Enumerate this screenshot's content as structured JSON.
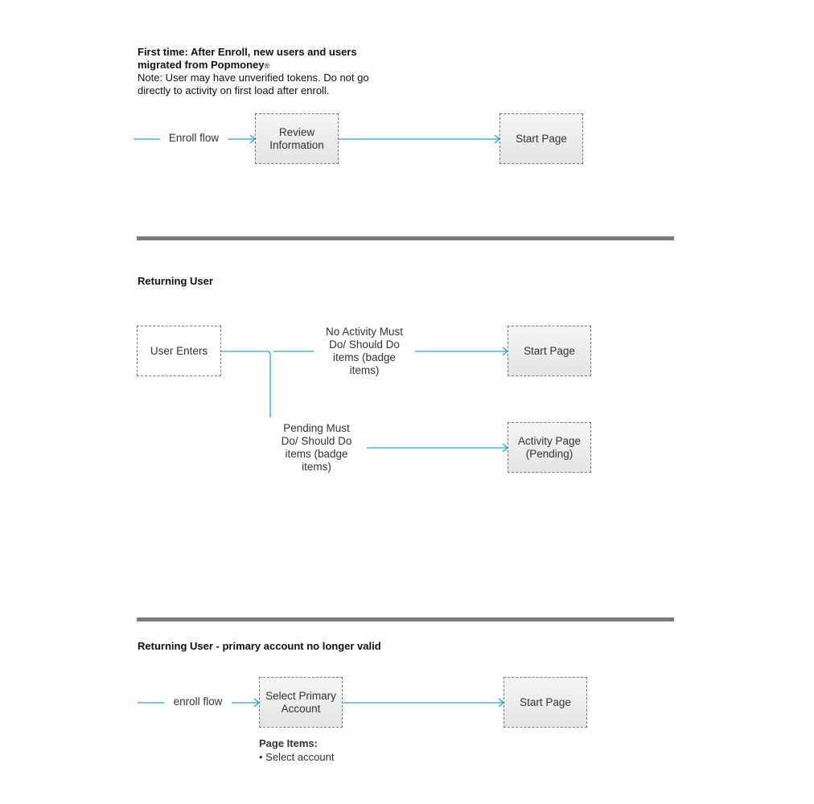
{
  "section1": {
    "heading_line1": "First time: After Enroll, new users and users",
    "heading_line2": "migrated from Popmoney",
    "heading_mark": "®",
    "note_line1": "Note: User may have unverified tokens. Do not go",
    "note_line2": "directly to activity on first load after enroll.",
    "enroll_label": "Enroll flow",
    "review_line1": "Review",
    "review_line2": "Information",
    "start_page": "Start Page"
  },
  "section2": {
    "heading": "Returning User",
    "user_enters": "User Enters",
    "no_activity_lines": [
      "No Activity Must",
      "Do/ Should Do",
      "items (badge",
      "items)"
    ],
    "pending_lines": [
      "Pending Must",
      "Do/ Should Do",
      "items (badge",
      "items)"
    ],
    "start_page": "Start Page",
    "activity_line1": "Activity Page",
    "activity_line2": "(Pending)"
  },
  "section3": {
    "heading": "Returning User - primary account no longer valid",
    "enroll_label": "enroll flow",
    "select_line1": "Select Primary",
    "select_line2": "Account",
    "start_page": "Start Page",
    "page_items_title": "Page Items:",
    "page_items": [
      "• Select account"
    ]
  },
  "colors": {
    "connector": "#2aa3d3",
    "divider": "#7a7a7a",
    "box_border": "#7a7a7a"
  }
}
